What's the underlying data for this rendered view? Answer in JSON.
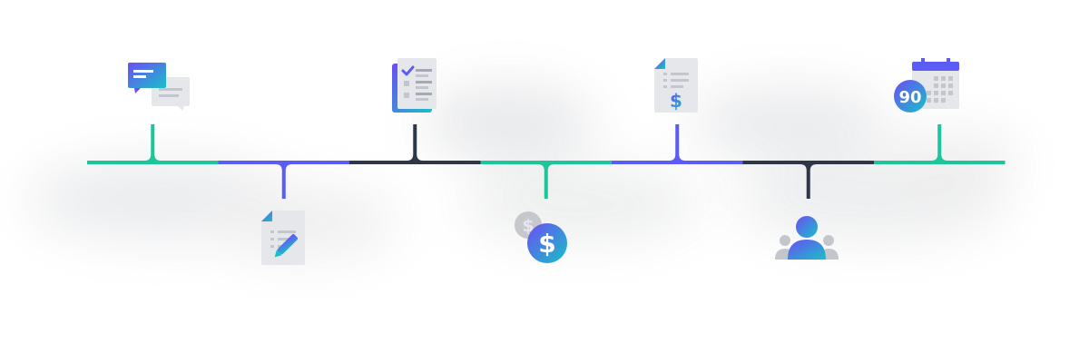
{
  "colors": {
    "teal": "#1cc59a",
    "indigo": "#5b5cf5",
    "navy": "#2d3748",
    "icon_gray": "#e6e7ea",
    "line_gray": "#c3c6cc",
    "muted_gray": "#b9bcc2",
    "gradient_start": "#6b4df5",
    "gradient_end": "#18c0c8"
  },
  "timeline": {
    "segments": [
      {
        "color": "teal"
      },
      {
        "color": "indigo"
      },
      {
        "color": "navy"
      },
      {
        "color": "teal"
      },
      {
        "color": "indigo"
      },
      {
        "color": "navy"
      },
      {
        "color": "teal"
      }
    ],
    "steps": [
      {
        "name": "chat-icon",
        "side": "top",
        "color": "teal"
      },
      {
        "name": "document-edit-icon",
        "side": "bottom",
        "color": "indigo"
      },
      {
        "name": "checklist-icon",
        "side": "top",
        "color": "navy"
      },
      {
        "name": "payment-coins-icon",
        "side": "bottom",
        "color": "teal"
      },
      {
        "name": "invoice-icon",
        "side": "top",
        "color": "indigo"
      },
      {
        "name": "team-icon",
        "side": "bottom",
        "color": "navy"
      },
      {
        "name": "calendar-icon",
        "side": "top",
        "color": "teal"
      }
    ]
  },
  "calendar_badge": "90"
}
